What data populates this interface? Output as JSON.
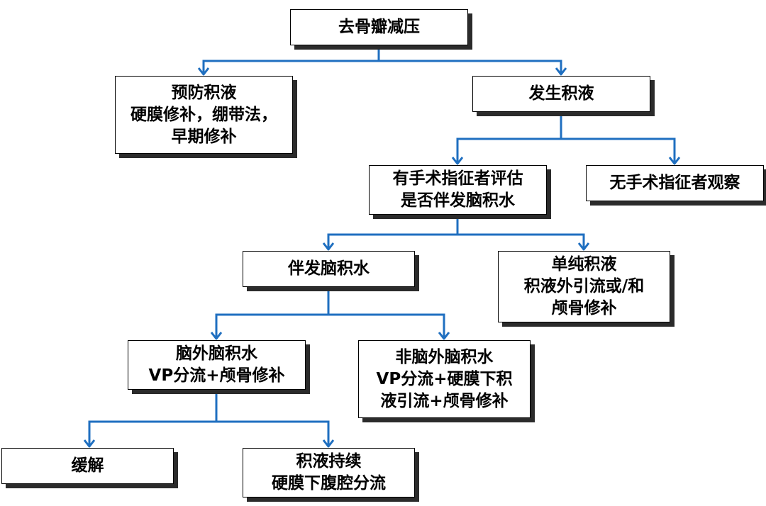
{
  "colors": {
    "connector": "#1f6fc0",
    "box_border": "#000000",
    "box_shadow": "#2b2b2b",
    "text": "#000000",
    "background": "#ffffff"
  },
  "nodes": {
    "craniectomy": {
      "lines": [
        "去骨瓣减压"
      ]
    },
    "prevent_effusion": {
      "lines": [
        "预防积液",
        "硬膜修补，绷带法，",
        "早期修补"
      ]
    },
    "effusion_occurs": {
      "lines": [
        "发生积液"
      ]
    },
    "surgical_indication_assess": {
      "lines": [
        "有手术指征者评估",
        "是否伴发脑积水"
      ]
    },
    "no_indication_observe": {
      "lines": [
        "无手术指征者观察"
      ]
    },
    "with_hydrocephalus": {
      "lines": [
        "伴发脑积水"
      ]
    },
    "simple_effusion": {
      "lines": [
        "单纯积液",
        "积液外引流或/和",
        "颅骨修补"
      ]
    },
    "external_hydrocephalus": {
      "lines": [
        "脑外脑积水",
        "VP分流+颅骨修补"
      ]
    },
    "non_external_hydrocephalus": {
      "lines": [
        "非脑外脑积水",
        "VP分流+硬膜下积",
        "液引流+颅骨修补"
      ]
    },
    "relief": {
      "lines": [
        "缓解"
      ]
    },
    "persistent_effusion": {
      "lines": [
        "积液持续",
        "硬膜下腹腔分流"
      ]
    }
  }
}
